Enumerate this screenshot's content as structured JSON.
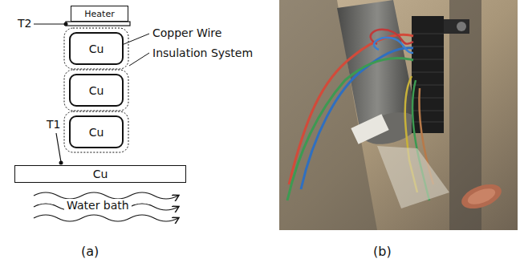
{
  "diagram": {
    "nodes": [
      {
        "text": [
          "Heater"
        ]
      },
      {
        "text": [
          "Cu"
        ]
      },
      {
        "text": [
          "Cu"
        ]
      },
      {
        "text": [
          "Cu"
        ]
      },
      {
        "text": [
          "Cu"
        ]
      }
    ],
    "labels": [
      "T2",
      "T1",
      "Copper Wire",
      "Insulation System",
      "Water bath",
      "(a)",
      "(b)"
    ]
  }
}
